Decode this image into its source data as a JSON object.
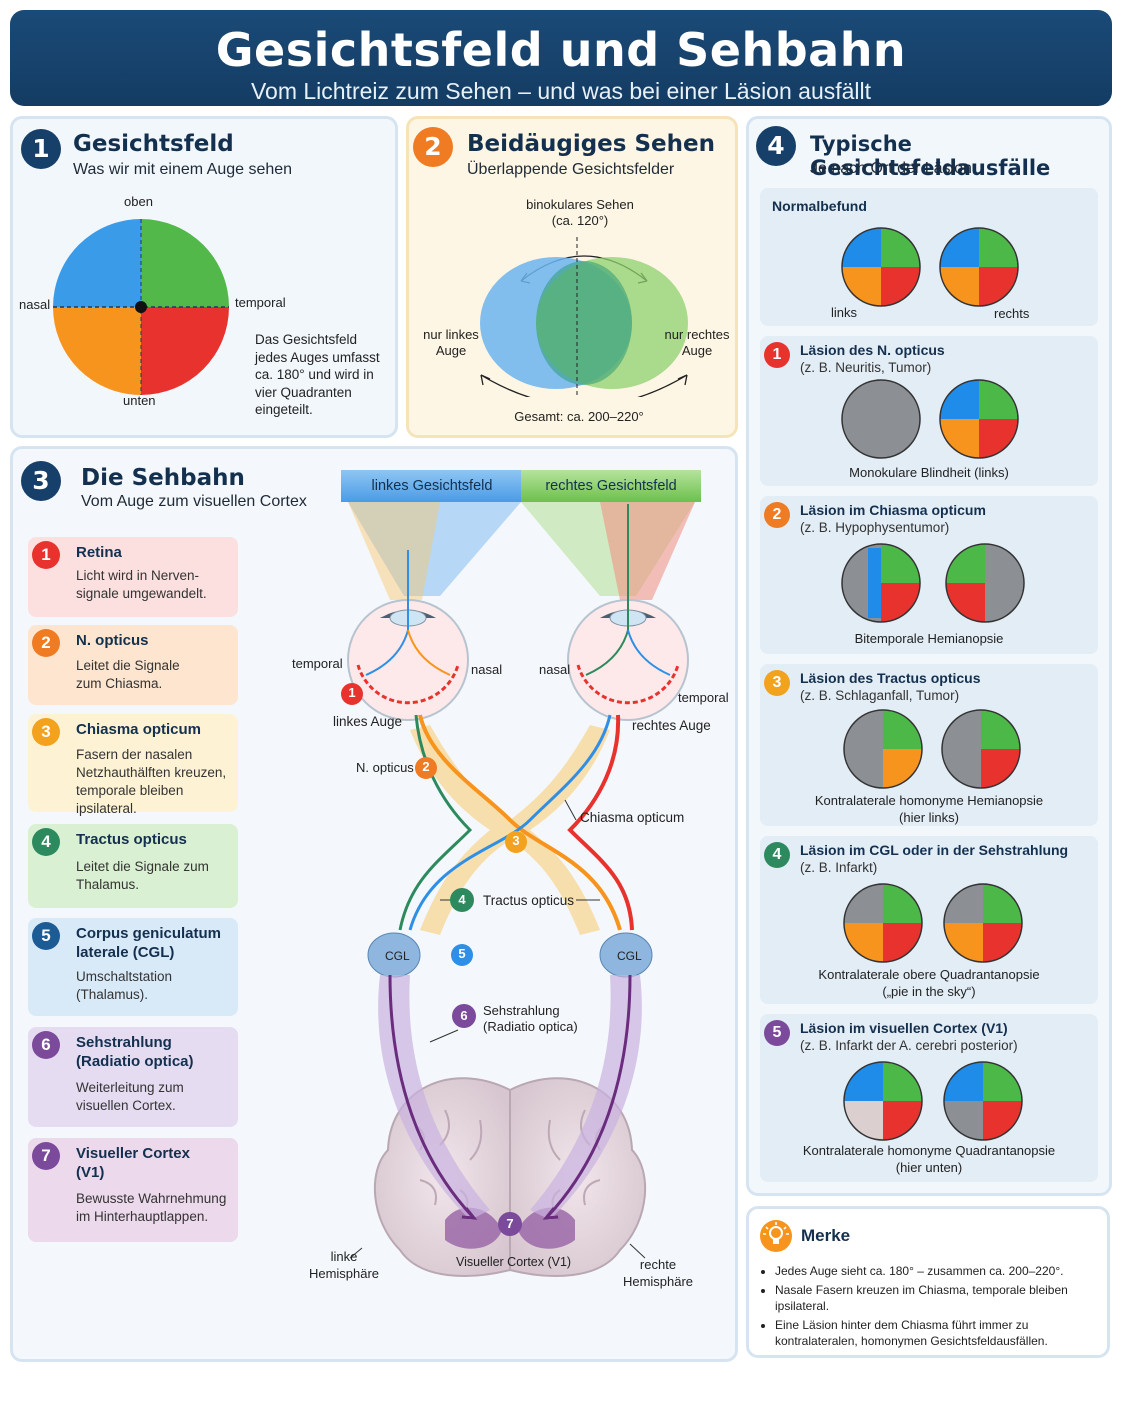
{
  "header": {
    "title": "Gesichtsfeld und Sehbahn",
    "subtitle": "Vom Lichtreiz zum Sehen – und was bei einer Läsion ausfällt"
  },
  "colors": {
    "navy": "#163f69",
    "blue": "#2f8fe6",
    "green": "#4cb847",
    "orange": "#f7941d",
    "red": "#e8322e",
    "gray": "#8c8f94",
    "purple": "#7b4a9a"
  },
  "panel1": {
    "number": "1",
    "title": "Gesichtsfeld",
    "subtitle": "Was wir mit einem Auge sehen",
    "top": "oben",
    "bottom": "unten",
    "left": "nasal",
    "right": "temporal",
    "description": [
      "Das Gesichtsfeld",
      "jedes Auges umfasst",
      "ca. 180° und wird in",
      "vier Quadranten",
      "eingeteilt."
    ]
  },
  "panel2": {
    "number": "2",
    "title": "Beidäugiges Sehen",
    "subtitle": "Überlappende Gesichtsfelder",
    "binocular": [
      "binokulares Sehen",
      "(ca. 120°)"
    ],
    "left_only": [
      "nur linkes",
      "Auge"
    ],
    "right_only": [
      "nur rechtes",
      "Auge"
    ],
    "total": "Gesamt: ca. 200–220°"
  },
  "panel3": {
    "number": "3",
    "title": "Die Sehbahn",
    "subtitle": "Vom Auge zum visuellen Cortex",
    "steps": [
      {
        "n": "1",
        "title": "Retina",
        "desc": [
          "Licht wird in Nerven-",
          "signale umgewandelt."
        ]
      },
      {
        "n": "2",
        "title": "N. opticus",
        "desc": [
          "Leitet die Signale",
          "zum Chiasma."
        ]
      },
      {
        "n": "3",
        "title": "Chiasma opticum",
        "desc": [
          "Fasern der nasalen",
          "Netzhauthälften kreuzen,",
          "temporale bleiben ipsilateral."
        ]
      },
      {
        "n": "4",
        "title": "Tractus opticus",
        "desc": [
          "Leitet die Signale zum",
          "Thalamus."
        ]
      },
      {
        "n": "5",
        "title": [
          "Corpus geniculatum",
          "laterale (CGL)"
        ],
        "desc": [
          "Umschaltstation",
          "(Thalamus)."
        ]
      },
      {
        "n": "6",
        "title": [
          "Sehstrahlung",
          "(Radiatio optica)"
        ],
        "desc": [
          "Weiterleitung zum",
          "visuellen Cortex."
        ]
      },
      {
        "n": "7",
        "title": [
          "Visueller Cortex",
          "(V1)"
        ],
        "desc": [
          "Bewusste Wahrnehmung",
          "im Hinterhauptlappen."
        ]
      }
    ],
    "diagram": {
      "left_field": "linkes Gesichtsfeld",
      "right_field": "rechtes Gesichtsfeld",
      "temporal_left": "temporal",
      "nasal_left": "nasal",
      "nasal_right": "nasal",
      "temporal_right": "temporal",
      "left_eye": "linkes Auge",
      "right_eye": "rechtes Auge",
      "n_opticus": "N. opticus",
      "chiasma": "Chiasma opticum",
      "tractus": "Tractus opticus",
      "cgl": "CGL",
      "radiatio": [
        "Sehstrahlung",
        "(Radiatio optica)"
      ],
      "cortex": "Visueller Cortex (V1)",
      "left_hemi": [
        "linke",
        "Hemisphäre"
      ],
      "right_hemi": [
        "rechte",
        "Hemisphäre"
      ],
      "markers": [
        "1",
        "2",
        "3",
        "4",
        "5",
        "6",
        "7"
      ]
    }
  },
  "panel4": {
    "number": "4",
    "title": "Typische Gesichtsfeldausfälle",
    "subtitle": "Je nach Ort der Läsion",
    "normal": {
      "title": "Normalbefund",
      "left": "links",
      "right": "rechts"
    },
    "cases": [
      {
        "n": "1",
        "title": "Läsion des N. opticus",
        "sub": "(z. B. Neuritis, Tumor)",
        "caption": [
          "Monokulare Blindheit (links)"
        ]
      },
      {
        "n": "2",
        "title": "Läsion im Chiasma opticum",
        "sub": "(z. B. Hypophysentumor)",
        "caption": [
          "Bitemporale Hemianopsie"
        ]
      },
      {
        "n": "3",
        "title": "Läsion des Tractus opticus",
        "sub": "(z. B. Schlaganfall, Tumor)",
        "caption": [
          "Kontralaterale homonyme Hemianopsie",
          "(hier links)"
        ]
      },
      {
        "n": "4",
        "title": "Läsion im CGL oder in der Sehstrahlung",
        "sub": "(z. B. Infarkt)",
        "caption": [
          "Kontralaterale obere Quadrantanopsie",
          "(„pie in the sky“)"
        ]
      },
      {
        "n": "5",
        "title": "Läsion im visuellen Cortex (V1)",
        "sub": "(z. B. Infarkt der A. cerebri posterior)",
        "caption": [
          "Kontralaterale homonyme Quadrantanopsie",
          "(hier unten)"
        ]
      }
    ]
  },
  "merke": {
    "title": "Merke",
    "items": [
      "Jedes Auge sieht ca. 180° – zusammen ca. 200–220°.",
      "Nasale Fasern kreuzen im Chiasma, temporale bleiben ipsilateral.",
      "Eine Läsion hinter dem Chiasma führt immer zu kontralateralen, homonymen Gesichtsfeldausfällen."
    ]
  }
}
